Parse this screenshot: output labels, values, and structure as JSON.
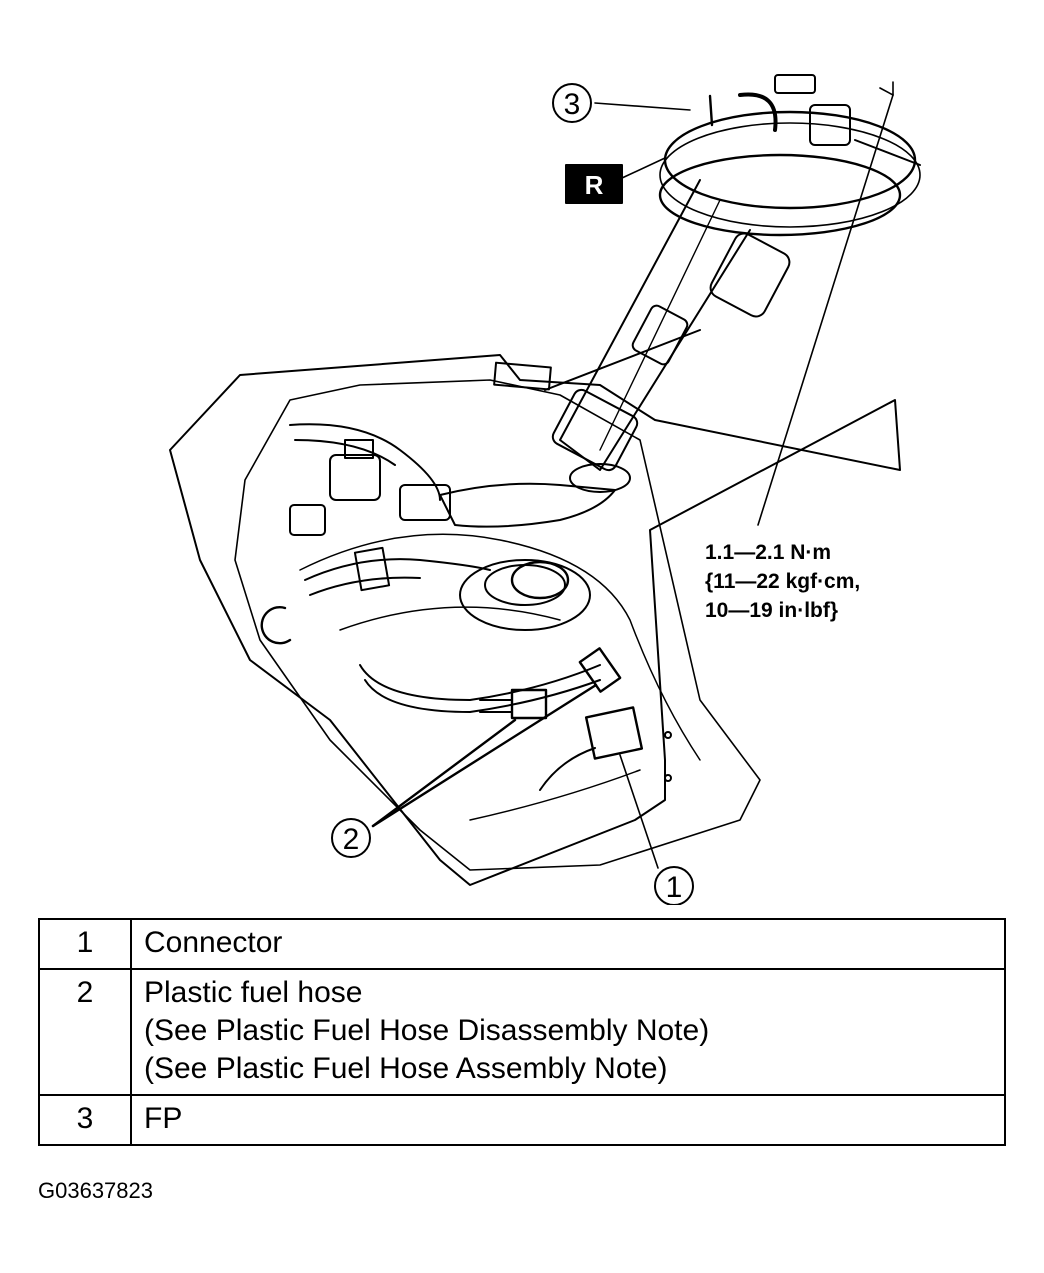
{
  "diagram": {
    "callouts": [
      {
        "id": "1",
        "label": "1"
      },
      {
        "id": "2",
        "label": "2"
      },
      {
        "id": "3",
        "label": "3"
      }
    ],
    "replace_badge": "R",
    "torque_spec": {
      "line1": "1.1—2.1 N·m",
      "line2": "{11—22 kgf·cm,",
      "line3": "10—19 in·lbf}"
    }
  },
  "legend": {
    "rows": [
      {
        "num": "1",
        "lines": [
          "Connector"
        ]
      },
      {
        "num": "2",
        "lines": [
          "Plastic fuel hose",
          "(See  Plastic Fuel Hose Disassembly Note)",
          "(See  Plastic Fuel Hose Assembly Note)"
        ]
      },
      {
        "num": "3",
        "lines": [
          "FP"
        ]
      }
    ]
  },
  "figure_code": "G03637823"
}
